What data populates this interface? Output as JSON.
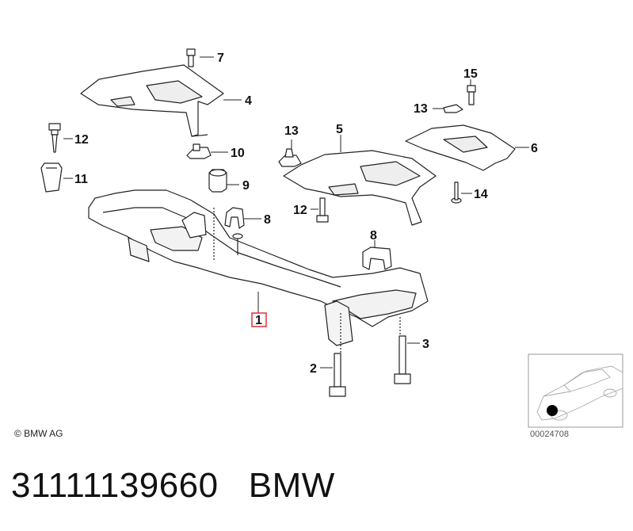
{
  "callouts": [
    {
      "id": "1",
      "highlighted": true
    },
    {
      "id": "2"
    },
    {
      "id": "3"
    },
    {
      "id": "4"
    },
    {
      "id": "5"
    },
    {
      "id": "6"
    },
    {
      "id": "7"
    },
    {
      "id": "8"
    },
    {
      "id": "8b",
      "label": "8"
    },
    {
      "id": "9"
    },
    {
      "id": "10"
    },
    {
      "id": "11"
    },
    {
      "id": "12"
    },
    {
      "id": "12b",
      "label": "12"
    },
    {
      "id": "13"
    },
    {
      "id": "13b",
      "label": "13"
    },
    {
      "id": "14"
    },
    {
      "id": "15"
    }
  ],
  "labels": {
    "c1": "1",
    "c2": "2",
    "c3": "3",
    "c4": "4",
    "c5": "5",
    "c6": "6",
    "c7": "7",
    "c8": "8",
    "c8b": "8",
    "c9": "9",
    "c10": "10",
    "c11": "11",
    "c12": "12",
    "c12b": "12",
    "c13": "13",
    "c13b": "13",
    "c14": "14",
    "c15": "15"
  },
  "highlight_color": "#e0303a",
  "copyright": "© BMW AG",
  "inset_code": "00024708",
  "caption": "31111139660   BMW"
}
